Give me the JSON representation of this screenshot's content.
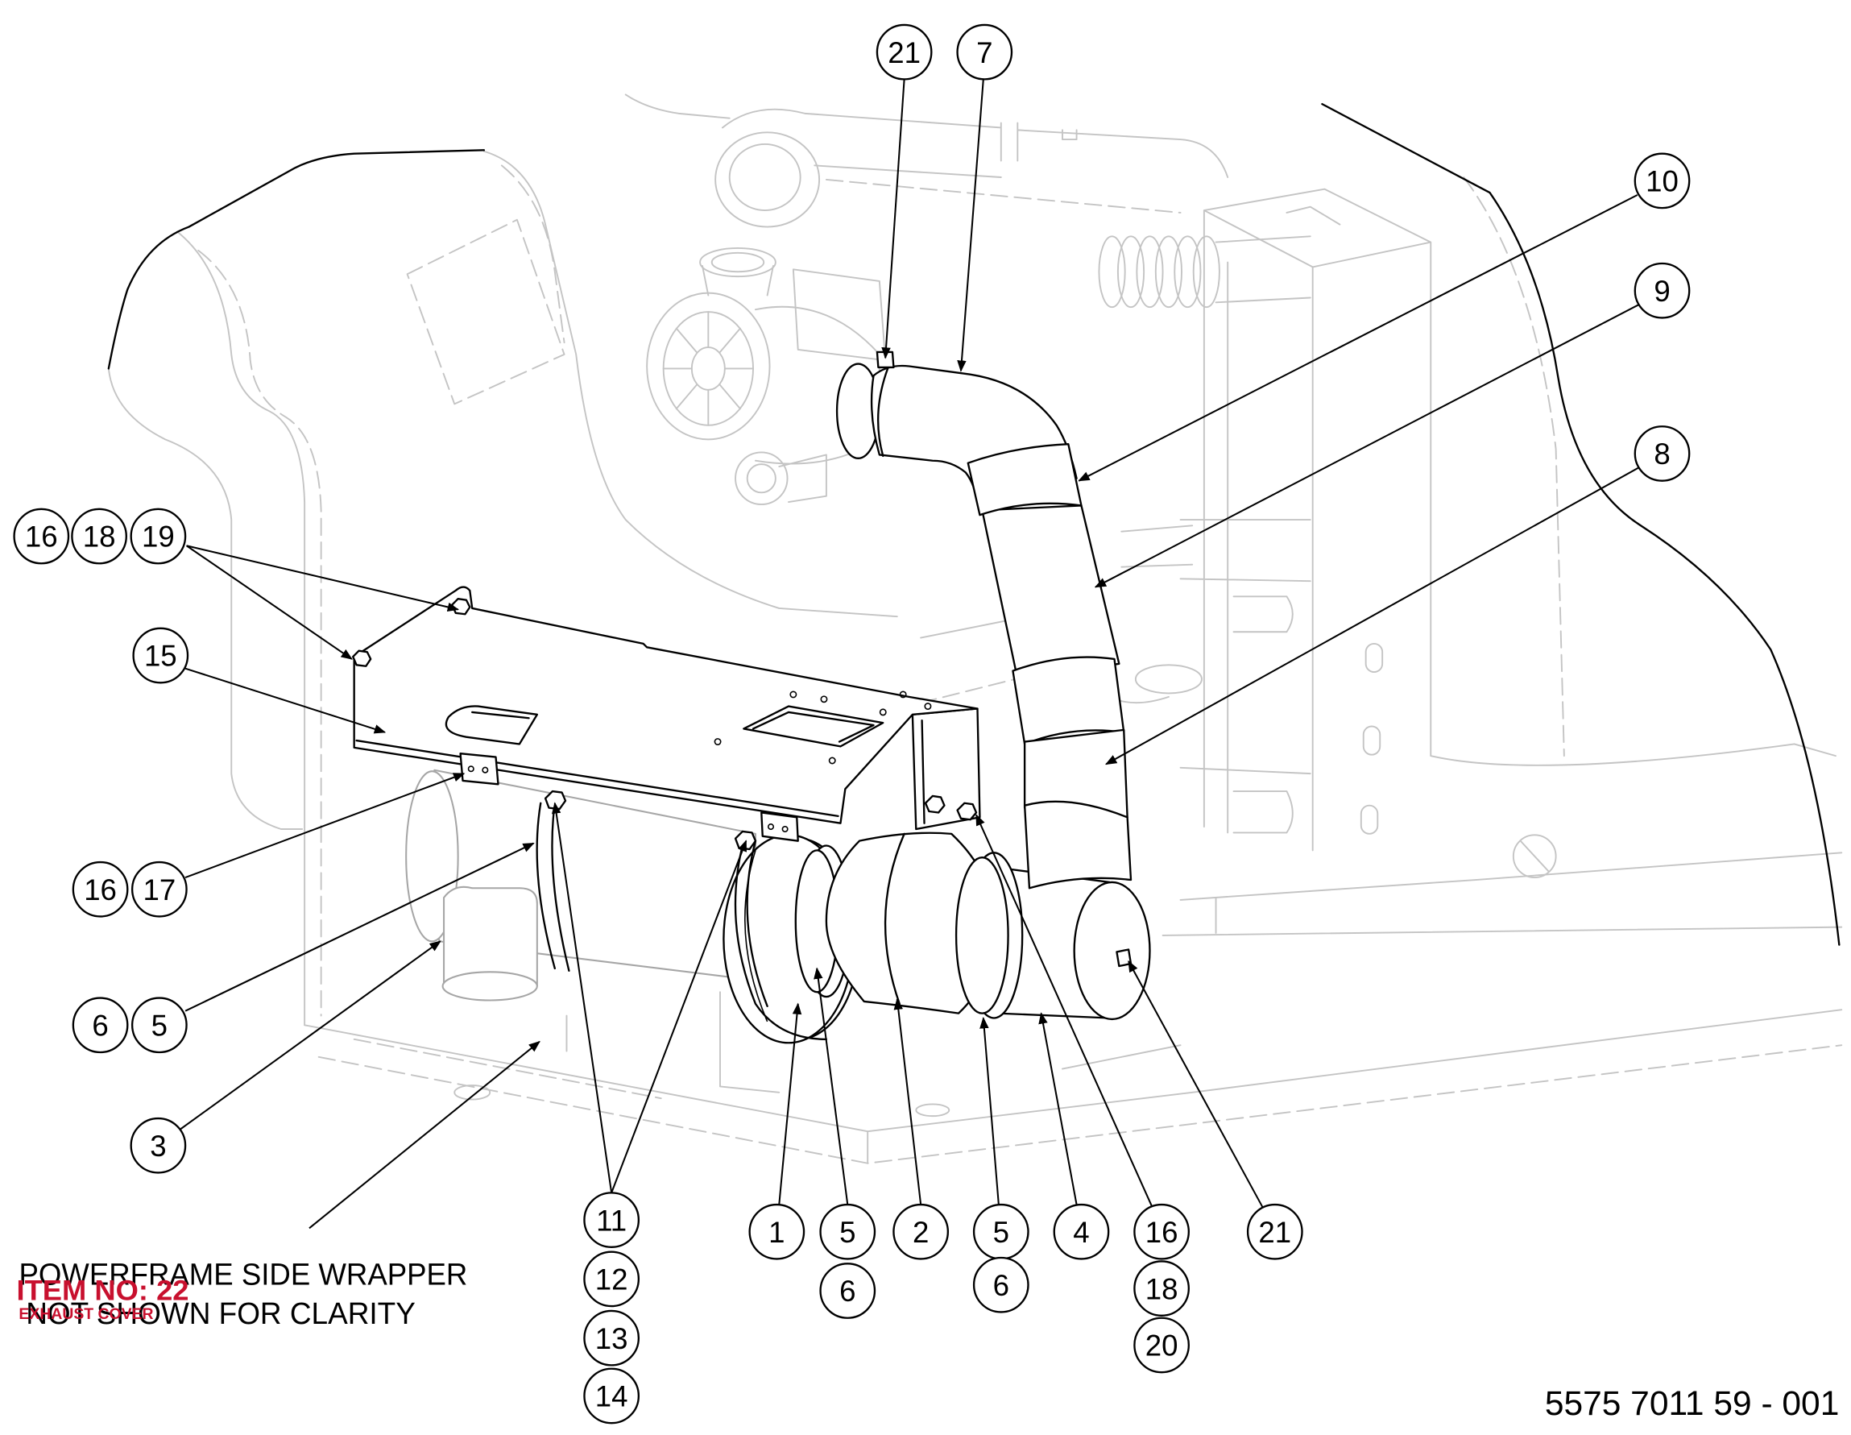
{
  "callouts": [
    "21",
    "7",
    "10",
    "9",
    "8",
    "16",
    "18",
    "19",
    "15",
    "16",
    "17",
    "6",
    "5",
    "3",
    "11",
    "12",
    "13",
    "14",
    "1",
    "5",
    "6",
    "2",
    "5",
    "6",
    "4",
    "16",
    "18",
    "20",
    "21"
  ],
  "notes": {
    "wrapper_line1": "POWERFRAME SIDE WRAPPER",
    "wrapper_line2": "NOT SHOWN FOR CLARITY"
  },
  "overlay": {
    "item": "ITEM NO: 22",
    "name": "EXHAUST COVER"
  },
  "drawing_number": "5575 7011 59 - 001",
  "colors": {
    "ink": "#000000",
    "ghost": "#c4c4c4",
    "overlay": "#c8102e",
    "background": "#ffffff"
  }
}
